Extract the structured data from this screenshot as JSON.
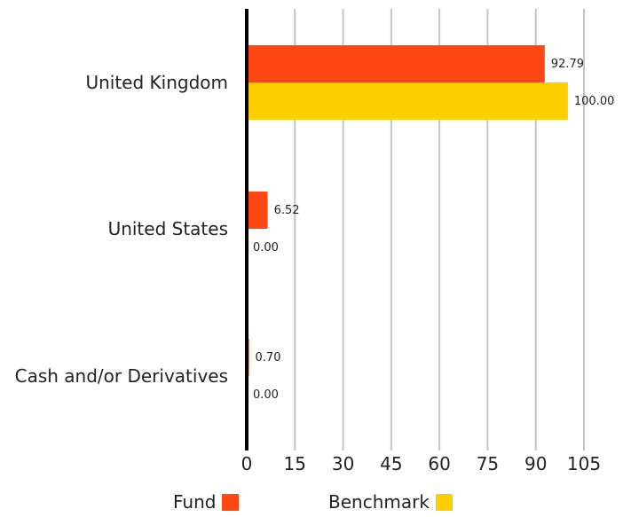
{
  "chart_data": {
    "type": "bar",
    "orientation": "horizontal",
    "categories": [
      "United Kingdom",
      "United States",
      "Cash and/or Derivatives"
    ],
    "series": [
      {
        "name": "Fund",
        "color": "#ff4713",
        "values": [
          92.79,
          6.52,
          0.7
        ],
        "labels": [
          "92.79",
          "6.52",
          "0.70"
        ]
      },
      {
        "name": "Benchmark",
        "color": "#ffce00",
        "values": [
          100.0,
          0.0,
          0.0
        ],
        "labels": [
          "100.00",
          "0.00",
          "0.00"
        ]
      }
    ],
    "xlim": [
      0,
      105
    ],
    "xticks": [
      0,
      15,
      30,
      45,
      60,
      75,
      90,
      105
    ],
    "grid": true,
    "legend_position": "bottom",
    "title": "",
    "xlabel": "",
    "ylabel": ""
  }
}
